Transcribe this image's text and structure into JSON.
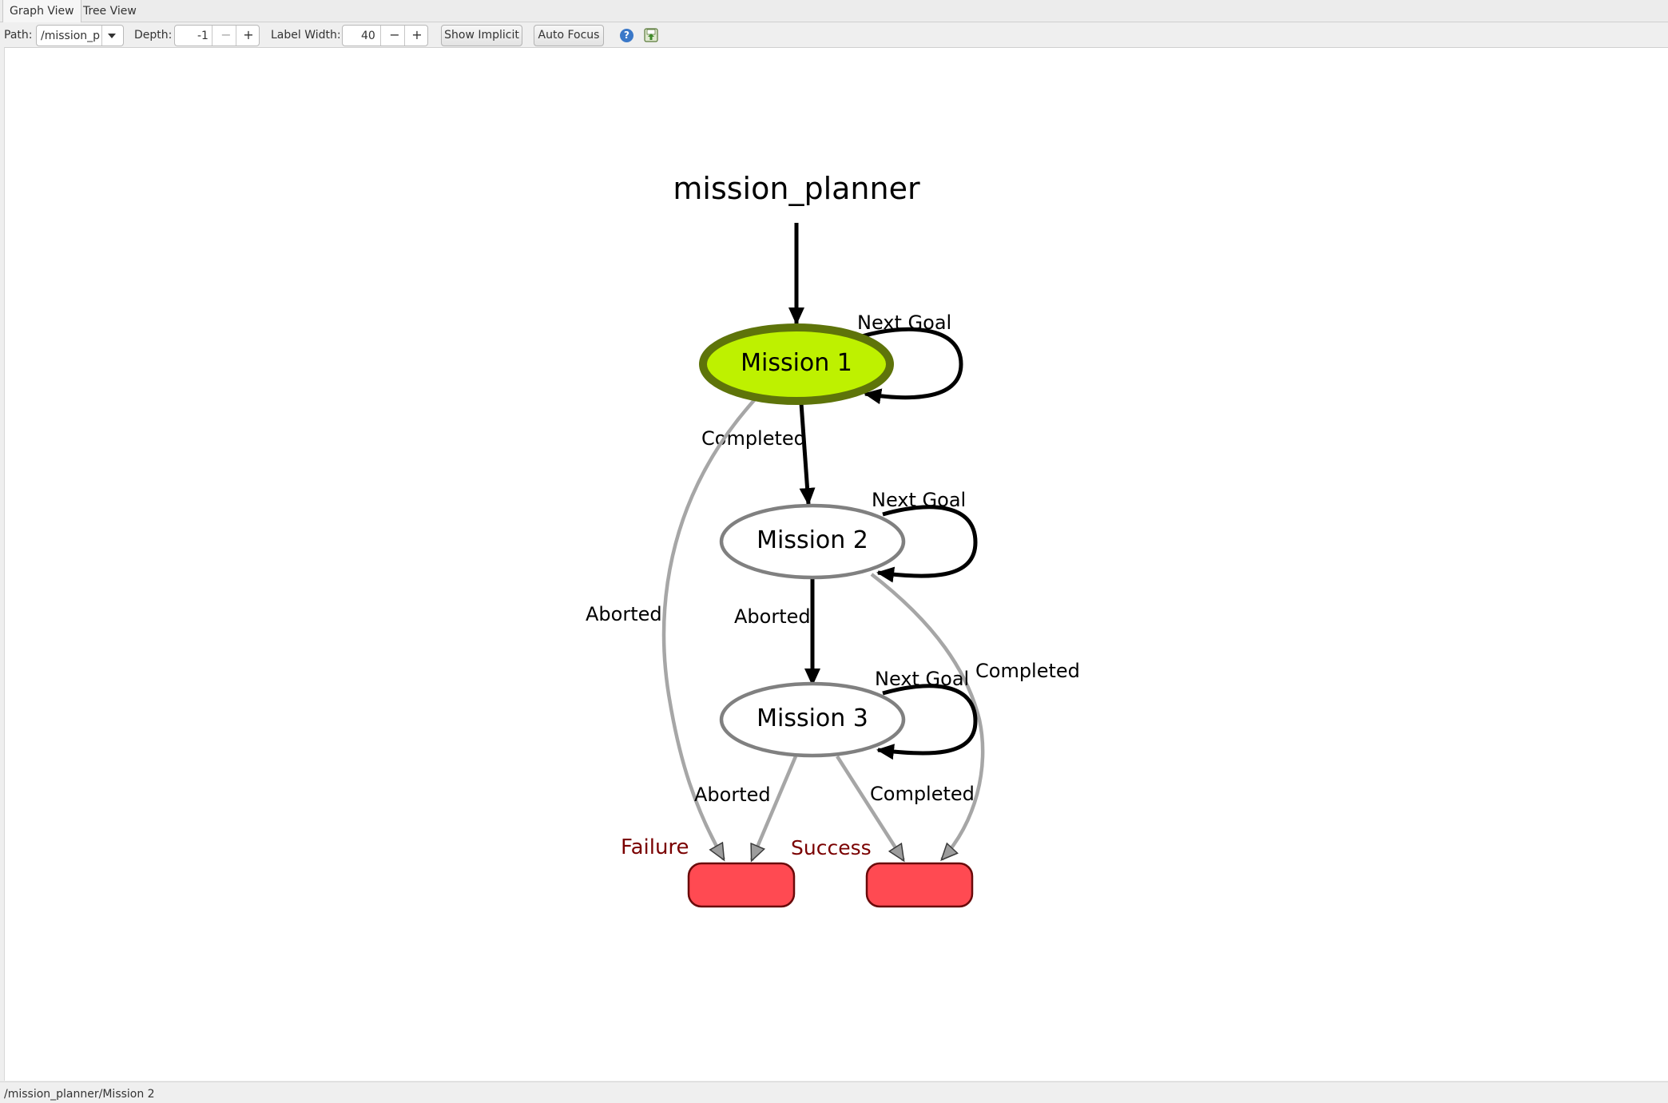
{
  "tabs": [
    "Graph View",
    "Tree View"
  ],
  "toolbar": {
    "path_label": "Path:",
    "path_value": "/mission_p",
    "depth_label": "Depth:",
    "depth_value": "-1",
    "label_width_label": "Label Width:",
    "label_width_value": "40",
    "minus": "−",
    "plus": "+",
    "show_implicit": "Show Implicit",
    "auto_focus": "Auto Focus",
    "help_glyph": "?"
  },
  "graph": {
    "title": "mission_planner",
    "states": [
      "Mission 1",
      "Mission 2",
      "Mission 3"
    ],
    "outcomes": [
      "Failure",
      "Success"
    ],
    "edge_labels": {
      "next_goal": "Next Goal",
      "completed": "Completed",
      "aborted": "Aborted"
    },
    "active_state": "Mission 1",
    "colors": {
      "active_fill": "#bef100",
      "active_border": "#5e740a",
      "outcome_fill": "#ff4a52",
      "outcome_label": "#7a0000",
      "inactive_edge": "#a6a6a6"
    }
  },
  "status": "/mission_planner/Mission 2",
  "icons": [
    "dropdown-arrow-icon",
    "help-icon",
    "save-icon"
  ]
}
